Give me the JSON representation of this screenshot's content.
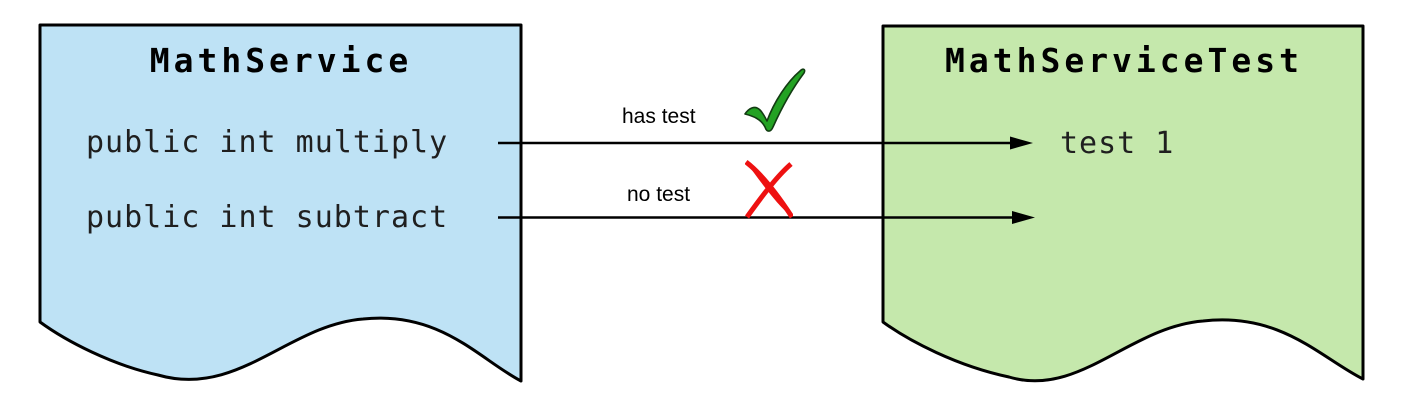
{
  "cards": [
    {
      "title": "MathService",
      "items": [
        "public int multiply",
        "public int subtract"
      ],
      "fill": "#bee2f5"
    },
    {
      "title": "MathServiceTest",
      "items": [
        "test 1"
      ],
      "fill": "#c5e8ac"
    }
  ],
  "arrows": [
    {
      "label": "has test",
      "icon": "checkmark-icon",
      "icon_color": "#23a223"
    },
    {
      "label": "no test",
      "icon": "x-mark-icon",
      "icon_color": "#ee1111"
    }
  ],
  "colors": {
    "outline": "#000000",
    "check_outline": "#123c12"
  }
}
